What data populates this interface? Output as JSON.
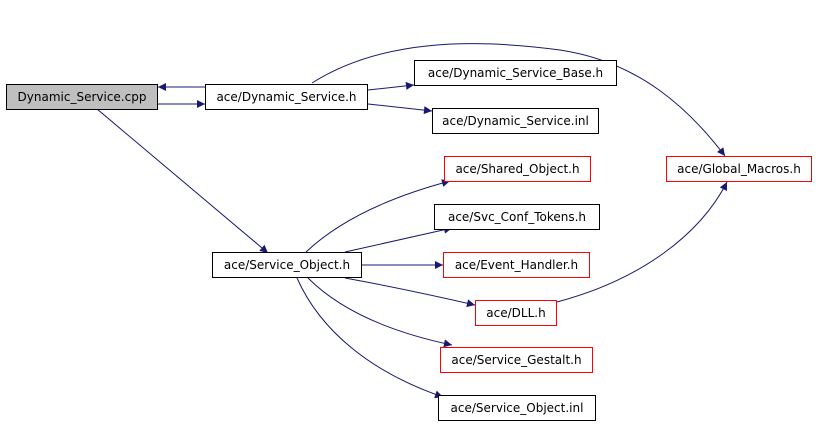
{
  "colors": {
    "edge": "#191970",
    "root_fill": "#bfbfbf",
    "incomplete_border": "#ff0000",
    "normal_border": "#000000"
  },
  "nodes": {
    "dynamic_service_cpp": "Dynamic_Service.cpp",
    "dynamic_service_h": "ace/Dynamic_Service.h",
    "dynamic_service_base_h": "ace/Dynamic_Service_Base.h",
    "dynamic_service_inl": "ace/Dynamic_Service.inl",
    "global_macros_h": "ace/Global_Macros.h",
    "shared_object_h": "ace/Shared_Object.h",
    "svc_conf_tokens_h": "ace/Svc_Conf_Tokens.h",
    "service_object_h": "ace/Service_Object.h",
    "event_handler_h": "ace/Event_Handler.h",
    "dll_h": "ace/DLL.h",
    "service_gestalt_h": "ace/Service_Gestalt.h",
    "service_object_inl": "ace/Service_Object.inl"
  },
  "edges": [
    {
      "from": "dynamic_service_h",
      "to": "dynamic_service_cpp"
    },
    {
      "from": "dynamic_service_cpp",
      "to": "dynamic_service_h"
    },
    {
      "from": "dynamic_service_cpp",
      "to": "service_object_h"
    },
    {
      "from": "dynamic_service_h",
      "to": "dynamic_service_base_h"
    },
    {
      "from": "dynamic_service_h",
      "to": "dynamic_service_inl"
    },
    {
      "from": "dynamic_service_h",
      "to": "global_macros_h"
    },
    {
      "from": "service_object_h",
      "to": "shared_object_h"
    },
    {
      "from": "service_object_h",
      "to": "svc_conf_tokens_h"
    },
    {
      "from": "service_object_h",
      "to": "event_handler_h"
    },
    {
      "from": "service_object_h",
      "to": "dll_h"
    },
    {
      "from": "service_object_h",
      "to": "service_gestalt_h"
    },
    {
      "from": "service_object_h",
      "to": "service_object_inl"
    },
    {
      "from": "dll_h",
      "to": "global_macros_h"
    }
  ]
}
